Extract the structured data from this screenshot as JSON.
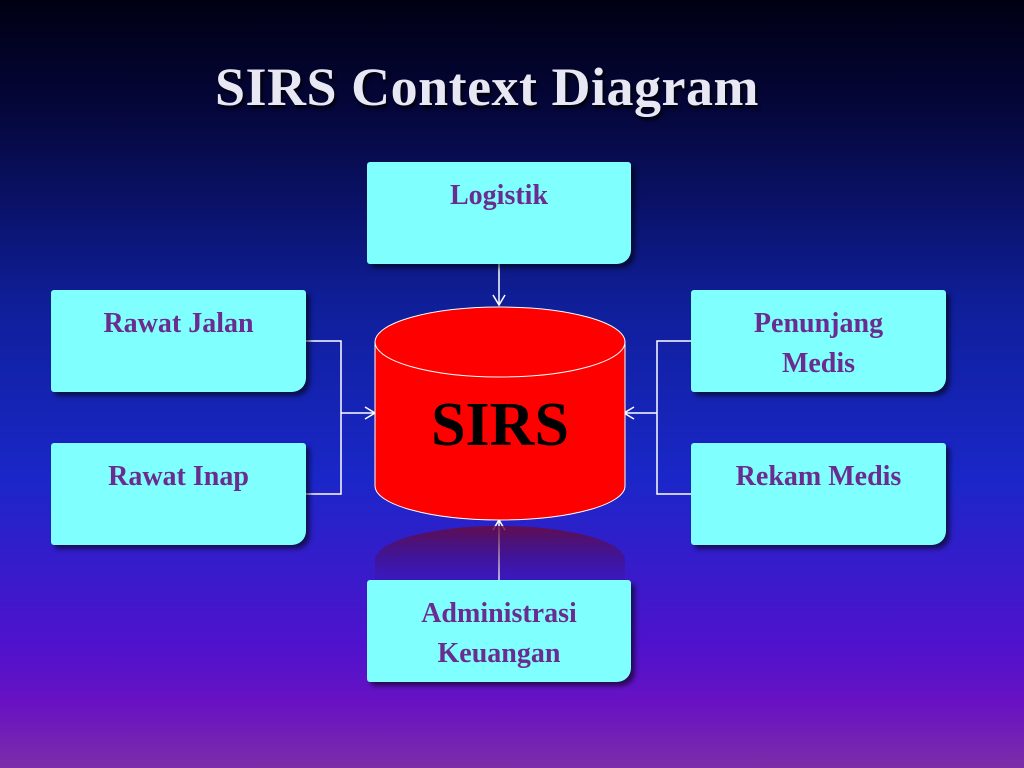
{
  "slide": {
    "title": "SIRS Context Diagram"
  },
  "center": {
    "label": "SIRS",
    "fill_color": "#ff0000",
    "icon": "database-cylinder-icon"
  },
  "entities": {
    "logistik": {
      "lines": [
        "Logistik"
      ]
    },
    "rawat_jalan": {
      "lines": [
        "Rawat Jalan"
      ]
    },
    "rawat_inap": {
      "lines": [
        "Rawat Inap"
      ]
    },
    "penunjang_medis": {
      "lines": [
        "Penunjang",
        "Medis"
      ]
    },
    "rekam_medis": {
      "lines": [
        "Rekam Medis"
      ]
    },
    "administrasi_keuangan": {
      "lines": [
        "Administrasi",
        "Keuangan"
      ]
    }
  },
  "colors": {
    "entity_fill": "#80ffff",
    "entity_text": "#6a2c8e",
    "title_text": "#e8e8f4",
    "connector": "#ffffff"
  }
}
